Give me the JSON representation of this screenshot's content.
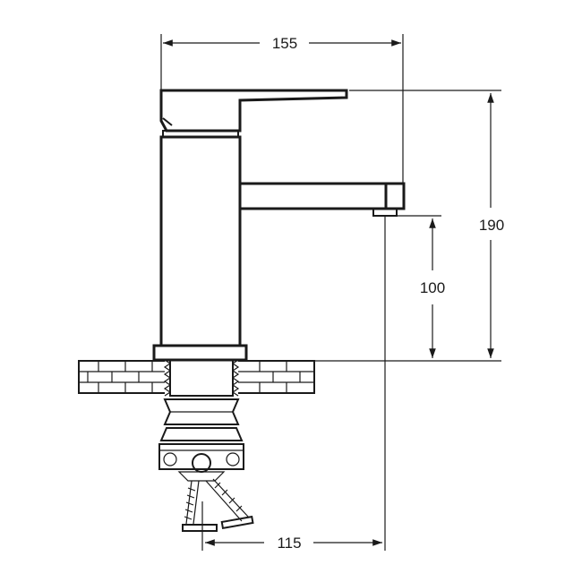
{
  "dimensions": {
    "width_top": "155",
    "height_total": "190",
    "spout_height": "100",
    "spout_reach": "115"
  }
}
